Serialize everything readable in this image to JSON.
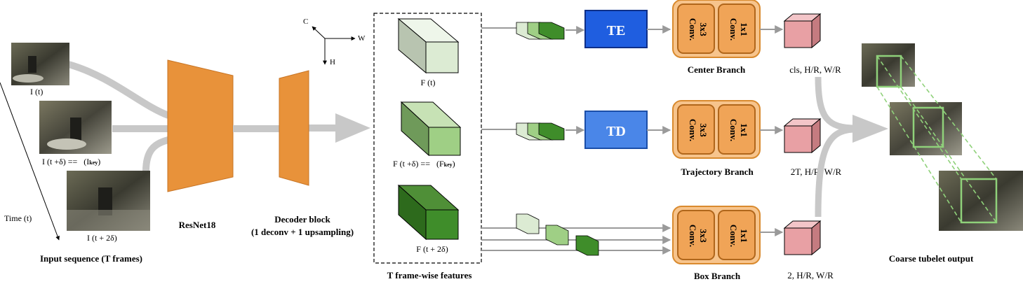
{
  "frames": {
    "t_label": "I (t)",
    "t_delta_label": "I (t +δ) ==",
    "key_label": "(I",
    "key_sub": "key",
    "key_close": ")",
    "t_2delta_label": "I (t + 2δ)",
    "time_label": "Time (t)",
    "section_label": "Input sequence (T frames)"
  },
  "backbone": {
    "label": "ResNet18"
  },
  "decoder": {
    "label_line1": "Decoder block",
    "label_line2": "(1 deconv + 1  upsampling)"
  },
  "axes": {
    "c": "C",
    "w": "W",
    "h": "H"
  },
  "features": {
    "f1": "F (t)",
    "f2_main": "F (t +δ) ==",
    "f2_key": "(F",
    "f2_sub": "key",
    "f2_close": ")",
    "f3": "F (t + 2δ)",
    "section_label": "T frame-wise features"
  },
  "modules": {
    "te": "TE",
    "td": "TD"
  },
  "conv": {
    "c3_line1": "3x3",
    "c3_line2": "Conv.",
    "c1_line1": "1x1",
    "c1_line2": "Conv."
  },
  "branches": {
    "center": "Center Branch",
    "trajectory": "Trajectory Branch",
    "box": "Box Branch"
  },
  "outputs": {
    "center": "cls, H/R, W/R",
    "trajectory": "2T, H/R, W/R",
    "box": "2, H/R, W/R",
    "section_label": "Coarse tubelet output"
  },
  "colors": {
    "encoder_orange": "#e8923a",
    "branch_fill": "#f7c48c",
    "branch_border": "#d98a2e",
    "te_blue": "#1f5ee0",
    "td_blue": "#4a86e8",
    "light_green": "#dcebd3",
    "mid_green": "#8ec46f",
    "dark_green": "#3f8d2a",
    "output_pink": "#e8a0a4",
    "flow_gray": "#c8c8c8"
  }
}
